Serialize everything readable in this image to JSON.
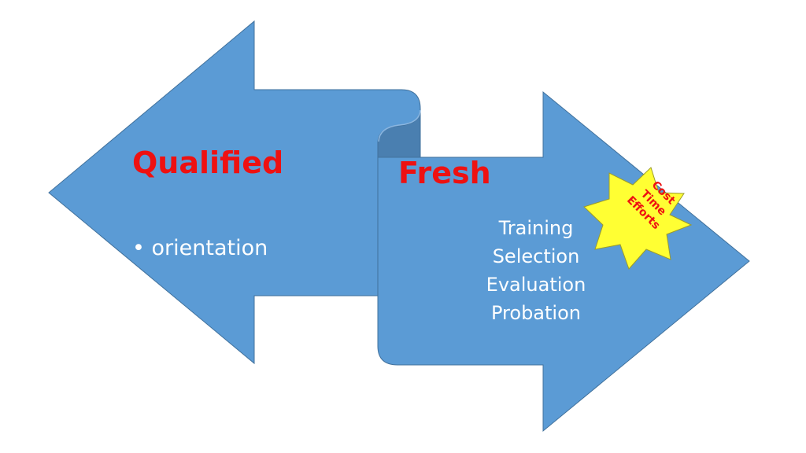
{
  "left_arrow": {
    "heading": "Qualified",
    "bullet": "• orientation"
  },
  "right_arrow": {
    "heading": "Fresh",
    "steps": [
      "Training",
      "Selection",
      "Evaluation",
      "Probation"
    ]
  },
  "badge": {
    "lines": [
      "Cost",
      "Time",
      "Efforts"
    ]
  },
  "colors": {
    "arrow_fill": "#5b9bd5",
    "arrow_fold": "#4a7fb0",
    "arrow_edge": "#41719c",
    "heading_text": "#ee1111",
    "body_text": "#ffffff",
    "badge_fill": "#ffff33",
    "badge_edge": "#9c9c2a",
    "badge_text": "#ee1111"
  }
}
